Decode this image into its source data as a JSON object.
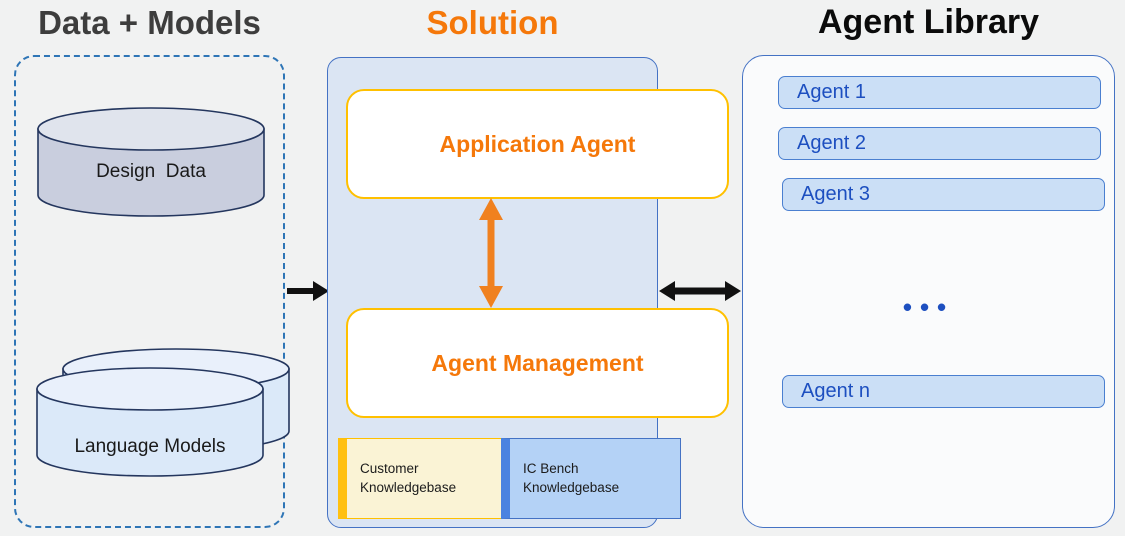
{
  "panels": {
    "data_models": {
      "title": "Data + Models",
      "design_data_label": "Design  Data",
      "language_models_label": "Language Models"
    },
    "solution": {
      "title": "Solution",
      "application_agent_label": "Application Agent",
      "agent_management_label": "Agent Management",
      "customer_kb_label": "Customer Knowledgebase",
      "icbench_kb_label": "IC Bench Knowledgebase"
    },
    "agent_library": {
      "title": "Agent Library",
      "agents": [
        "Agent 1",
        "Agent 2",
        "Agent 3"
      ],
      "ellipsis": "•••",
      "agent_n_label": "Agent n"
    }
  },
  "colors": {
    "accent_orange": "#f5780a",
    "gold_border": "#ffc000",
    "blue_border": "#4472c4",
    "solution_fill": "#dbe5f3",
    "agent_item_fill": "#cbdff6",
    "agent_text_blue": "#1d4fc0",
    "customer_kb_fill": "#faf3d5",
    "icbench_kb_fill": "#b4d2f6",
    "background": "#f1f2f2"
  }
}
